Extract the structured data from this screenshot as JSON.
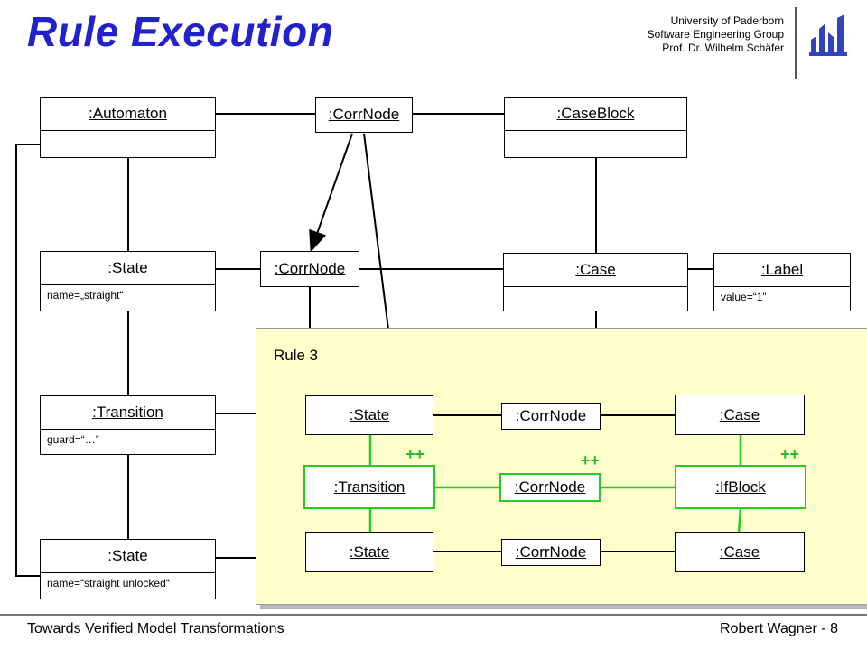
{
  "header": {
    "title": "Rule Execution",
    "university": "University of Paderborn",
    "group": "Software Engineering Group",
    "professor": "Prof. Dr. Wilhelm Schäfer"
  },
  "footer": {
    "left": "Towards Verified Model Transformations",
    "right": "Robert Wagner - 8"
  },
  "objects": {
    "automaton": {
      "name": ":Automaton"
    },
    "corrnode_top": {
      "name": ":CorrNode"
    },
    "caseblock": {
      "name": ":CaseBlock"
    },
    "state_straight": {
      "name": ":State",
      "attr": "name=„straight“"
    },
    "corrnode_mid": {
      "name": ":CorrNode"
    },
    "case_top": {
      "name": ":Case"
    },
    "label": {
      "name": ":Label",
      "attr": "value=“1”"
    },
    "transition": {
      "name": ":Transition",
      "attr": "guard=“…”"
    },
    "state_unlocked": {
      "name": ":State",
      "attr": "name=“straight unlocked“"
    }
  },
  "rule": {
    "label": "Rule 3",
    "state_top": ":State",
    "corr_top": ":CorrNode",
    "case_top": ":Case",
    "transition": ":Transition",
    "corr_mid": ":CorrNode",
    "ifblock": ":IfBlock",
    "state_bottom": ":State",
    "corr_bottom": ":CorrNode",
    "case_bottom": ":Case",
    "plus_marker": "++"
  },
  "colors": {
    "title": "#2222cc",
    "rule_background": "#ffffcc",
    "created_green": "#22cc22"
  }
}
